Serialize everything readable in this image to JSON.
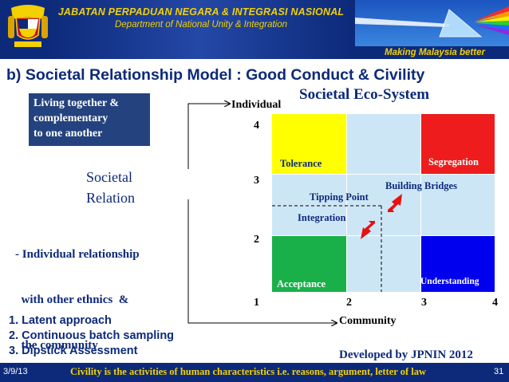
{
  "header": {
    "org_name": "JABATAN PERPADUAN NEGARA & INTEGRASI NASIONAL",
    "org_name_en": "Department of National Unity & Integration",
    "tagline": "Making Malaysia better"
  },
  "slide": {
    "title": "b) Societal Relationship Model : Good Conduct & Civility",
    "living_box": [
      "Living together &",
      "complementary",
      "to one another"
    ],
    "societal_relation": [
      "Societal",
      "Relation"
    ],
    "individual_relationship": [
      "- Individual relationship",
      "  with other ethnics  &",
      "  the community"
    ],
    "approaches": [
      "1.  Latent approach",
      "2.  Continuous batch sampling",
      "3.  Dipstick Assessment"
    ],
    "developed_by": "Developed by JPNIN 2012"
  },
  "diagram": {
    "title": "Societal Eco-System",
    "y_axis_label": "Individual",
    "x_axis_label": "Community",
    "y_ticks": [
      "4",
      "3",
      "2",
      "1"
    ],
    "x_ticks": [
      "2",
      "3",
      "4"
    ],
    "quadrants": {
      "top_left": {
        "label": "Tolerance",
        "color": "#ffff00"
      },
      "top_right": {
        "label": "Segregation",
        "color": "#ee1c1c"
      },
      "bottom_left": {
        "label": "Acceptance",
        "color": "#19b04a"
      },
      "bottom_right": {
        "label": "Understanding",
        "color": "#0000ee"
      },
      "middle_fill": "#cde6f6"
    },
    "annotations": {
      "building_bridges": "Building Bridges",
      "tipping_point": "Tipping Point",
      "integration": "Integration"
    },
    "arrow_color": "#e81010"
  },
  "footer": {
    "date": "3/9/13",
    "note": "Civility is the activities of human characteristics i.e. reasons, argument, letter of law",
    "page": "31"
  }
}
